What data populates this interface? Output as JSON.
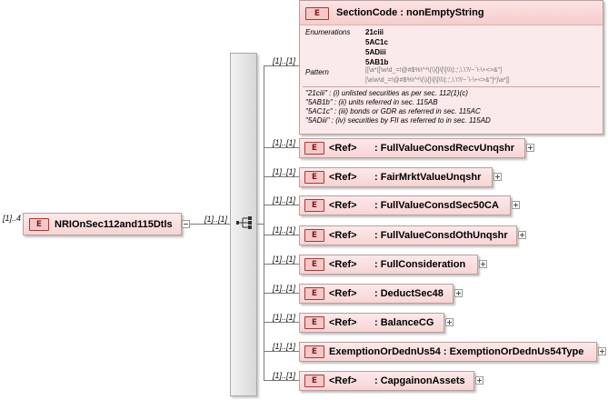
{
  "root": {
    "multiplicity": "[1]..4",
    "name": "NRIOnSec112and115Dtls",
    "badge": "E"
  },
  "sequence": {
    "multiplicity": "[1]..[1]",
    "icon": "sequence-icon"
  },
  "section_code": {
    "multiplicity": "[1]..[1]",
    "badge": "E",
    "title": "SectionCode : nonEmptyString",
    "enumerations_label": "Enumerations",
    "enumerations": [
      "21ciii",
      "5AC1c",
      "5ADiii",
      "5AB1b"
    ],
    "pattern_label": "Pattern",
    "pattern_lines": [
      "[[\\a*([\\w\\d_=!@#$%\\^*\\(\\){}\\[\\]\\\\\\|:;',\\.\\?/~`\\-\\+<>&\"]",
      "[\\a\\w\\d_=!@#$%\\^*\\(\\){}\\[\\]\\\\\\|:;',\\.\\?/~`\\-\\+<>&\"]*)\\a*]]"
    ],
    "descriptions": [
      "\"21ciii\" : (i) unlisted securities as per sec. 112(1)(c)",
      "\"5AB1b\" : (ii) units referred in sec. 115AB",
      "\"5AC1c\" : (iii) bonds or GDR as referred in sec. 115AC",
      "\"5ADiii\" : (iv) securities by FII as referred to in sec. 115AD"
    ]
  },
  "children": [
    {
      "multiplicity": "[1]..[1]",
      "badge": "E",
      "ref": "<Ref>",
      "name": ": FullValueConsdRecvUnqshr"
    },
    {
      "multiplicity": "[1]..[1]",
      "badge": "E",
      "ref": "<Ref>",
      "name": ": FairMrktValueUnqshr"
    },
    {
      "multiplicity": "[1]..[1]",
      "badge": "E",
      "ref": "<Ref>",
      "name": ": FullValueConsdSec50CA"
    },
    {
      "multiplicity": "[1]..[1]",
      "badge": "E",
      "ref": "<Ref>",
      "name": ": FullValueConsdOthUnqshr"
    },
    {
      "multiplicity": "[1]..[1]",
      "badge": "E",
      "ref": "<Ref>",
      "name": ": FullConsideration"
    },
    {
      "multiplicity": "[1]..[1]",
      "badge": "E",
      "ref": "<Ref>",
      "name": ": DeductSec48"
    },
    {
      "multiplicity": "[1]..[1]",
      "badge": "E",
      "ref": "<Ref>",
      "name": ": BalanceCG"
    },
    {
      "multiplicity": "[1]..[1]",
      "badge": "E",
      "ref": "",
      "name": "ExemptionOrDednUs54 : ExemptionOrDednUs54Type"
    },
    {
      "multiplicity": "[1]..[1]",
      "badge": "E",
      "ref": "<Ref>",
      "name": ": CapgainonAssets"
    }
  ]
}
